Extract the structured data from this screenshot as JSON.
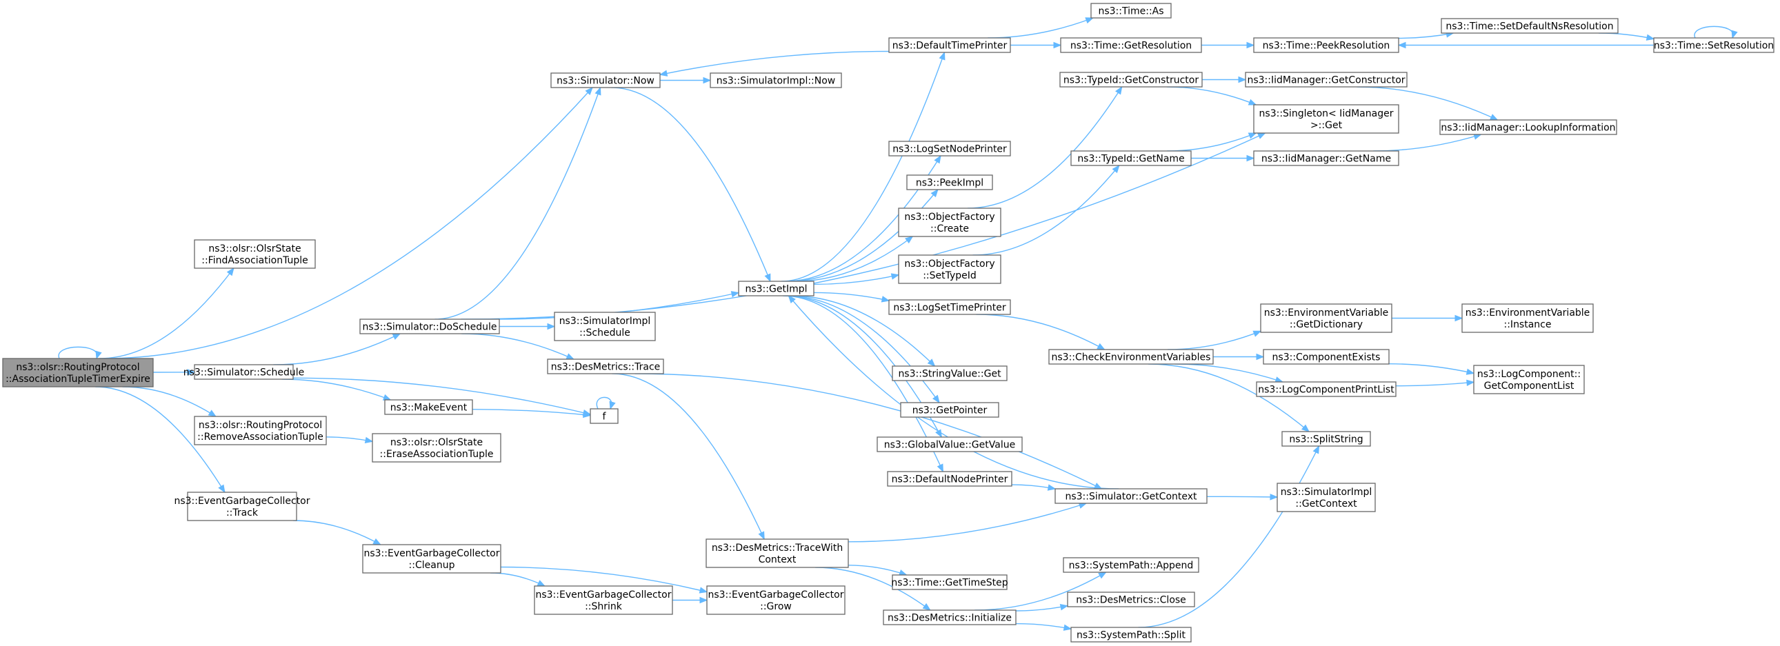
{
  "colors": {
    "edge": "#63b8ff",
    "node_border": "#666666",
    "root_fill": "#999999",
    "node_fill": "#ffffff"
  },
  "nodes": [
    {
      "id": "root",
      "lines": [
        "ns3::olsr::RoutingProtocol",
        "::AssociationTupleTimerExpire"
      ],
      "root": true
    },
    {
      "id": "findAssoc",
      "lines": [
        "ns3::olsr::OlsrState",
        "::FindAssociationTuple"
      ]
    },
    {
      "id": "simSchedule",
      "lines": [
        "ns3::Simulator::Schedule"
      ]
    },
    {
      "id": "removeAssoc",
      "lines": [
        "ns3::olsr::RoutingProtocol",
        "::RemoveAssociationTuple"
      ]
    },
    {
      "id": "egcTrack",
      "lines": [
        "ns3::EventGarbageCollector",
        "::Track"
      ]
    },
    {
      "id": "doSchedule",
      "lines": [
        "ns3::Simulator::DoSchedule"
      ]
    },
    {
      "id": "makeEvent",
      "lines": [
        "ns3::MakeEvent"
      ]
    },
    {
      "id": "eraseAssoc",
      "lines": [
        "ns3::olsr::OlsrState",
        "::EraseAssociationTuple"
      ]
    },
    {
      "id": "egcCleanup",
      "lines": [
        "ns3::EventGarbageCollector",
        "::Cleanup"
      ]
    },
    {
      "id": "egcShrink",
      "lines": [
        "ns3::EventGarbageCollector",
        "::Shrink"
      ]
    },
    {
      "id": "f",
      "lines": [
        "f"
      ]
    },
    {
      "id": "simNow",
      "lines": [
        "ns3::Simulator::Now"
      ]
    },
    {
      "id": "simImplSchedule",
      "lines": [
        "ns3::SimulatorImpl",
        "::Schedule"
      ]
    },
    {
      "id": "desTrace",
      "lines": [
        "ns3::DesMetrics::Trace"
      ]
    },
    {
      "id": "simImplNow",
      "lines": [
        "ns3::SimulatorImpl::Now"
      ]
    },
    {
      "id": "getImpl",
      "lines": [
        "ns3::GetImpl"
      ]
    },
    {
      "id": "desTraceWith",
      "lines": [
        "ns3::DesMetrics::TraceWith",
        "Context"
      ]
    },
    {
      "id": "egcGrow",
      "lines": [
        "ns3::EventGarbageCollector",
        "::Grow"
      ]
    },
    {
      "id": "defTimePrinter",
      "lines": [
        "ns3::DefaultTimePrinter"
      ]
    },
    {
      "id": "logSetNodePrinter",
      "lines": [
        "ns3::LogSetNodePrinter"
      ]
    },
    {
      "id": "peekImpl",
      "lines": [
        "ns3::PeekImpl"
      ]
    },
    {
      "id": "ofCreate",
      "lines": [
        "ns3::ObjectFactory",
        "::Create"
      ]
    },
    {
      "id": "ofSetTypeId",
      "lines": [
        "ns3::ObjectFactory",
        "::SetTypeId"
      ]
    },
    {
      "id": "logSetTimePrinter",
      "lines": [
        "ns3::LogSetTimePrinter"
      ]
    },
    {
      "id": "stringValueGet",
      "lines": [
        "ns3::StringValue::Get"
      ]
    },
    {
      "id": "getPointer",
      "lines": [
        "ns3::GetPointer"
      ]
    },
    {
      "id": "globalValueGet",
      "lines": [
        "ns3::GlobalValue::GetValue"
      ]
    },
    {
      "id": "defNodePrinter",
      "lines": [
        "ns3::DefaultNodePrinter"
      ]
    },
    {
      "id": "timeGetTimeStep",
      "lines": [
        "ns3::Time::GetTimeStep"
      ]
    },
    {
      "id": "desInit",
      "lines": [
        "ns3::DesMetrics::Initialize"
      ]
    },
    {
      "id": "timeAs",
      "lines": [
        "ns3::Time::As"
      ]
    },
    {
      "id": "timeGetRes",
      "lines": [
        "ns3::Time::GetResolution"
      ]
    },
    {
      "id": "typeIdGetCtor",
      "lines": [
        "ns3::TypeId::GetConstructor"
      ]
    },
    {
      "id": "typeIdGetName",
      "lines": [
        "ns3::TypeId::GetName"
      ]
    },
    {
      "id": "checkEnv",
      "lines": [
        "ns3::CheckEnvironmentVariables"
      ]
    },
    {
      "id": "simGetContext",
      "lines": [
        "ns3::Simulator::GetContext"
      ]
    },
    {
      "id": "sysPathAppend",
      "lines": [
        "ns3::SystemPath::Append"
      ]
    },
    {
      "id": "desClose",
      "lines": [
        "ns3::DesMetrics::Close"
      ]
    },
    {
      "id": "sysPathSplit",
      "lines": [
        "ns3::SystemPath::Split"
      ]
    },
    {
      "id": "timePeekRes",
      "lines": [
        "ns3::Time::PeekResolution"
      ]
    },
    {
      "id": "iidGetCtor",
      "lines": [
        "ns3::IidManager::GetConstructor"
      ]
    },
    {
      "id": "singletonGet",
      "lines": [
        "ns3::Singleton< IidManager",
        " >::Get"
      ]
    },
    {
      "id": "iidGetName",
      "lines": [
        "ns3::IidManager::GetName"
      ]
    },
    {
      "id": "envGetDict",
      "lines": [
        "ns3::EnvironmentVariable",
        "::GetDictionary"
      ]
    },
    {
      "id": "componentExists",
      "lines": [
        "ns3::ComponentExists"
      ]
    },
    {
      "id": "logCompPrintList",
      "lines": [
        "ns3::LogComponentPrintList"
      ]
    },
    {
      "id": "splitString",
      "lines": [
        "ns3::SplitString"
      ]
    },
    {
      "id": "simImplGetContext",
      "lines": [
        "ns3::SimulatorImpl",
        "::GetContext"
      ]
    },
    {
      "id": "timeSetDefaultNs",
      "lines": [
        "ns3::Time::SetDefaultNsResolution"
      ]
    },
    {
      "id": "timeSetRes",
      "lines": [
        "ns3::Time::SetResolution"
      ]
    },
    {
      "id": "iidLookupInfo",
      "lines": [
        "ns3::IidManager::LookupInformation"
      ]
    },
    {
      "id": "envInstance",
      "lines": [
        "ns3::EnvironmentVariable",
        "::Instance"
      ]
    },
    {
      "id": "logCompGetList",
      "lines": [
        "ns3::LogComponent::",
        "GetComponentList"
      ]
    }
  ]
}
